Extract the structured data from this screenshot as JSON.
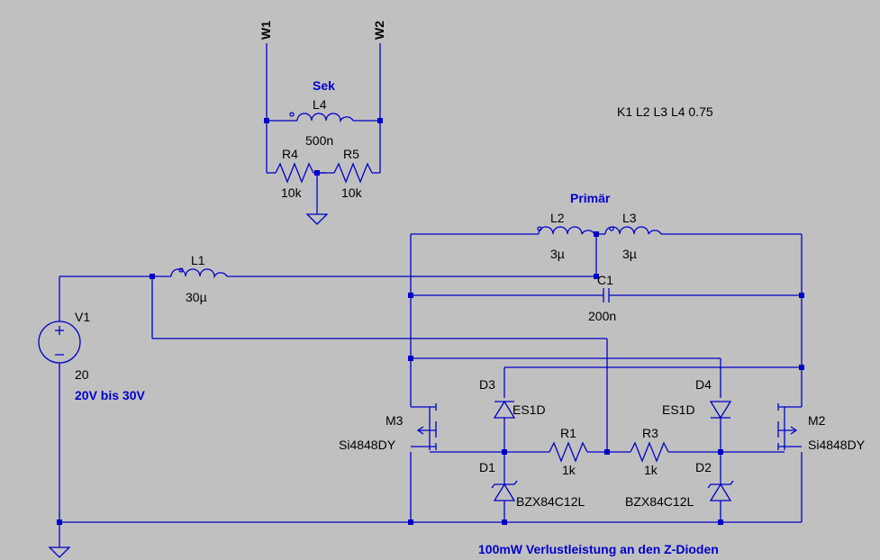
{
  "background": "#c0c0c0",
  "wire_color": "#0000c8",
  "secondary": {
    "w1": "W1",
    "w2": "W2",
    "title": "Sek",
    "l4": {
      "name": "L4",
      "value": "500n"
    },
    "r4": {
      "name": "R4",
      "value": "10k"
    },
    "r5": {
      "name": "R5",
      "value": "10k"
    }
  },
  "coupling": "K1 L2 L3 L4 0.75",
  "primary": {
    "title": "Primär",
    "l2": {
      "name": "L2",
      "value": "3µ"
    },
    "l3": {
      "name": "L3",
      "value": "3µ"
    },
    "c1": {
      "name": "C1",
      "value": "200n"
    }
  },
  "source": {
    "l1": {
      "name": "L1",
      "value": "30µ"
    },
    "v1": {
      "name": "V1",
      "value": "20",
      "note": "20V bis 30V"
    }
  },
  "switches": {
    "m3": {
      "name": "M3",
      "model": "Si4848DY"
    },
    "m2": {
      "name": "M2",
      "model": "Si4848DY"
    }
  },
  "diodes": {
    "d3": {
      "name": "D3",
      "model": "ES1D"
    },
    "d4": {
      "name": "D4",
      "model": "ES1D"
    },
    "d1": {
      "name": "D1",
      "model": "BZX84C12L"
    },
    "d2": {
      "name": "D2",
      "model": "BZX84C12L"
    }
  },
  "resistors": {
    "r1": {
      "name": "R1",
      "value": "1k"
    },
    "r3": {
      "name": "R3",
      "value": "1k"
    }
  },
  "footnote": "100mW Verlustleistung an den Z-Dioden"
}
